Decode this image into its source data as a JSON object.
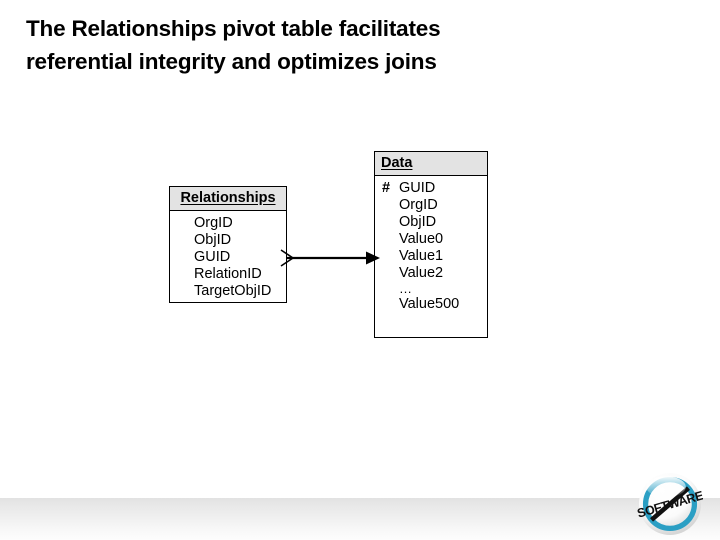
{
  "slide": {
    "title_lines": [
      "The Relationships pivot table facilitates",
      "referential integrity and optimizes joins"
    ],
    "background_color": "#ffffff"
  },
  "diagram": {
    "type": "entity-relationship",
    "entities": [
      {
        "id": "relationships",
        "name": "Relationships",
        "header_align": "center",
        "fields": [
          {
            "key": "",
            "label": "OrgID"
          },
          {
            "key": "",
            "label": "ObjID"
          },
          {
            "key": "",
            "label": "GUID"
          },
          {
            "key": "",
            "label": "RelationID"
          },
          {
            "key": "",
            "label": "TargetObjID"
          }
        ]
      },
      {
        "id": "data",
        "name": "Data",
        "header_align": "left",
        "fields": [
          {
            "key": "#",
            "label": "GUID"
          },
          {
            "key": "",
            "label": "OrgID"
          },
          {
            "key": "",
            "label": "ObjID"
          },
          {
            "key": "",
            "label": "Value0"
          },
          {
            "key": "",
            "label": "Value1"
          },
          {
            "key": "",
            "label": "Value2"
          },
          {
            "key": "",
            "label": "…"
          },
          {
            "key": "",
            "label": "Value500"
          }
        ]
      }
    ],
    "connector": {
      "from": "relationships",
      "to": "data",
      "source_marker": "crows-foot",
      "target_marker": "solid-arrow",
      "line_color": "#000000"
    },
    "colors": {
      "header_fill": "#e3e3e3",
      "box_fill": "#ffffff",
      "border": "#000000",
      "text": "#000000"
    }
  },
  "footer": {
    "band_color": "#e8e8e8",
    "logo": {
      "name": "no-software-logo",
      "text": "SOFTWARE",
      "ring_color": "#2b9fc4",
      "slash_color": "#111111",
      "sphere_color": "#ffffff"
    }
  }
}
